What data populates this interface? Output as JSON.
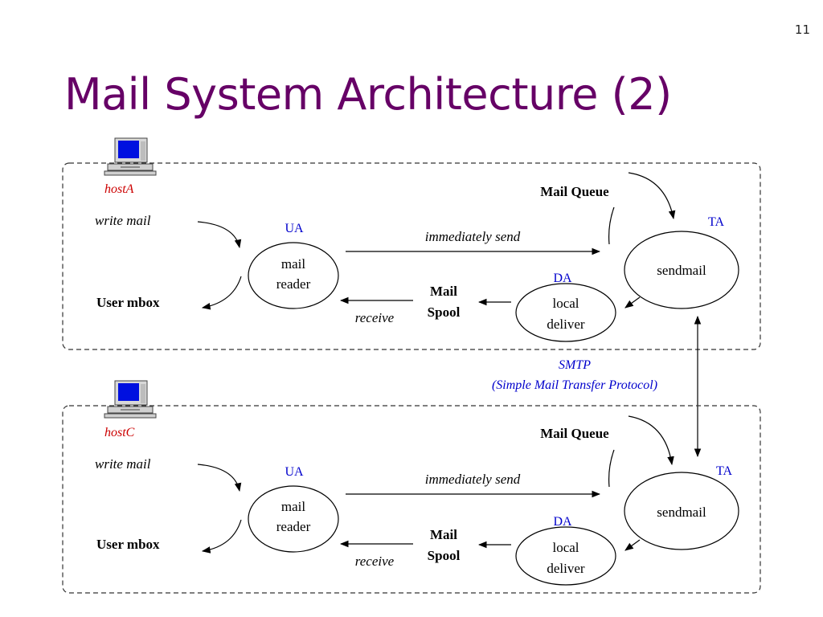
{
  "slide": {
    "page_number": "11",
    "title": "Mail System Architecture (2)"
  },
  "colors": {
    "title": "#660066",
    "host_label": "#cc0000",
    "agent_label": "#0000cc",
    "text": "#000000"
  },
  "icons": {
    "host_computer": "computer-icon"
  },
  "hosts": [
    {
      "name": "hostA",
      "write_mail": "write mail",
      "user_mbox": "User mbox",
      "ua_label": "UA",
      "ua_text": [
        "mail",
        "reader"
      ],
      "immediately_send": "immediately send",
      "mail_queue": "Mail Queue",
      "ta_label": "TA",
      "ta_text": "sendmail",
      "da_label": "DA",
      "da_text": [
        "local",
        "deliver"
      ],
      "mail_spool": [
        "Mail",
        "Spool"
      ],
      "receive": "receive"
    },
    {
      "name": "hostC",
      "write_mail": "write mail",
      "user_mbox": "User mbox",
      "ua_label": "UA",
      "ua_text": [
        "mail",
        "reader"
      ],
      "immediately_send": "immediately send",
      "mail_queue": "Mail Queue",
      "ta_label": "TA",
      "ta_text": "sendmail",
      "da_label": "DA",
      "da_text": [
        "local",
        "deliver"
      ],
      "mail_spool": [
        "Mail",
        "Spool"
      ],
      "receive": "receive"
    }
  ],
  "smtp": {
    "label": "SMTP",
    "full_name": "(Simple Mail Transfer Protocol)"
  }
}
